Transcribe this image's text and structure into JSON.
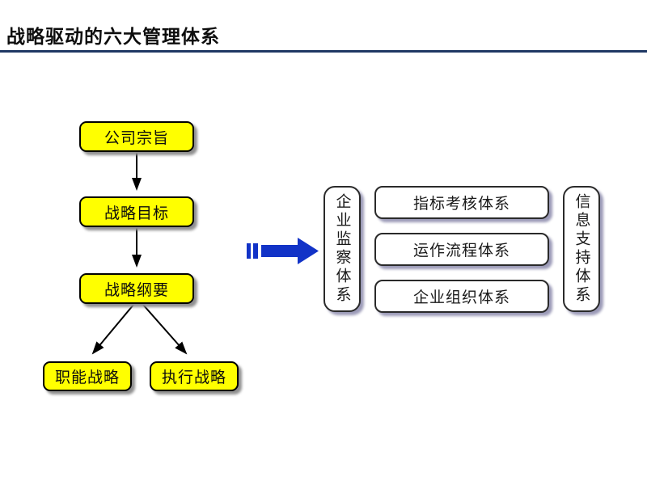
{
  "title": "战略驱动的六大管理体系",
  "flowchart": {
    "nodes": {
      "purpose": "公司宗旨",
      "goal": "战略目标",
      "outline": "战略纲要",
      "functional": "职能战略",
      "execution": "执行战略"
    }
  },
  "systems": {
    "supervision": "企业监察体系",
    "assessment": "指标考核体系",
    "process": "运作流程体系",
    "organization": "企业组织体系",
    "information": "信息支持体系"
  },
  "colors": {
    "accent_yellow": "#FFFF00",
    "arrow_blue": "#1233C7",
    "underline_navy": "#1F3864",
    "node_shadow": "#909090",
    "panel_shadow": "#9C9BB8"
  }
}
